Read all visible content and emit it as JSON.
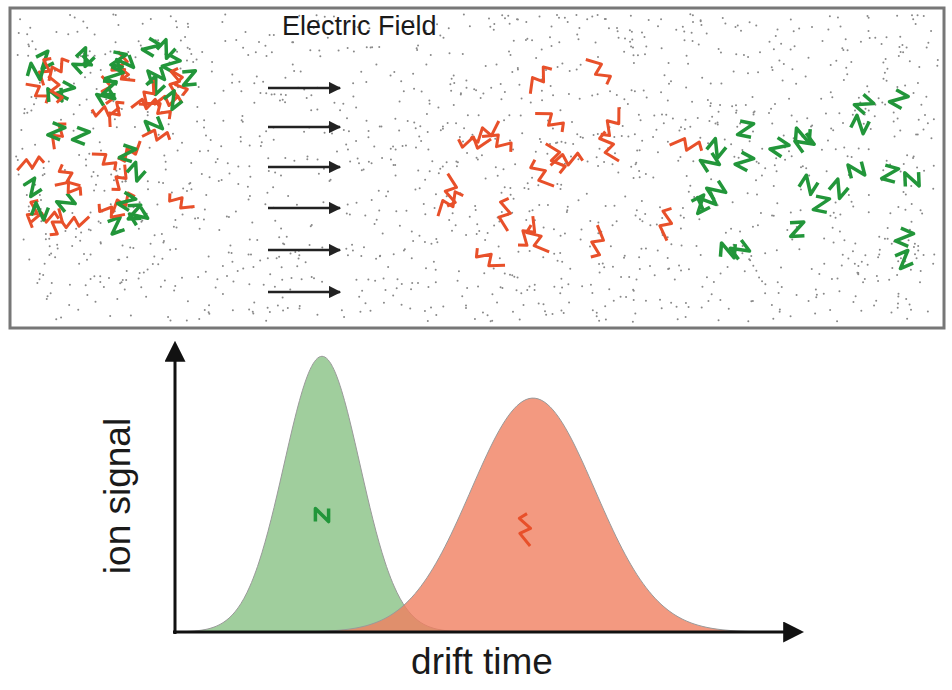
{
  "diagram": {
    "labels": [
      "Electric Field",
      "ion signal",
      "drift time"
    ]
  }
}
